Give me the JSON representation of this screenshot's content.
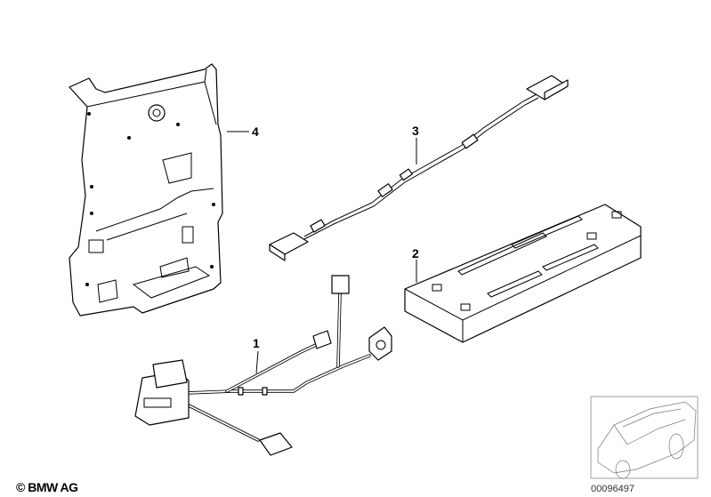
{
  "diagram": {
    "part_labels": [
      "1",
      "2",
      "3",
      "4"
    ],
    "copyright": "© BMW AG",
    "reference_number": "00096497"
  }
}
